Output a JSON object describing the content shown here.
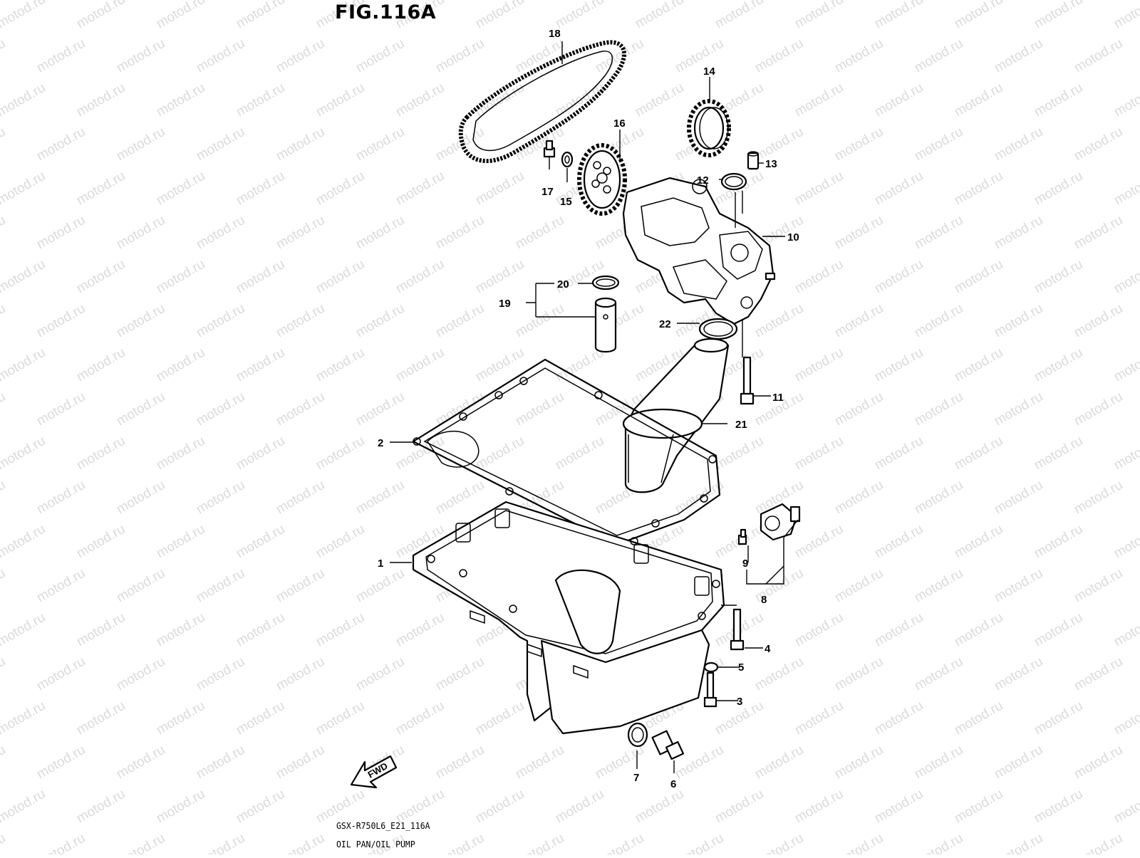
{
  "figure": {
    "title": "FIG.116A",
    "model_code": "GSX-R750L6_E21_116A",
    "name": "OIL PAN/OIL PUMP",
    "direction_label": "FWD",
    "watermark": "motod.ru"
  },
  "callouts": [
    {
      "id": "1",
      "label": "1",
      "part": "oil-pan"
    },
    {
      "id": "2",
      "label": "2",
      "part": "oil-pan-gasket"
    },
    {
      "id": "3",
      "label": "3",
      "part": "bolt"
    },
    {
      "id": "4",
      "label": "4",
      "part": "long-bolt"
    },
    {
      "id": "5",
      "label": "5",
      "part": "washer"
    },
    {
      "id": "6",
      "label": "6",
      "part": "drain-plug"
    },
    {
      "id": "7",
      "label": "7",
      "part": "drain-plug-gasket"
    },
    {
      "id": "8",
      "label": "8",
      "part": "oil-pressure-switch-assy"
    },
    {
      "id": "9",
      "label": "9",
      "part": "switch-screw"
    },
    {
      "id": "10",
      "label": "10",
      "part": "oil-pump"
    },
    {
      "id": "11",
      "label": "11",
      "part": "pump-bolt"
    },
    {
      "id": "12",
      "label": "12",
      "part": "o-ring"
    },
    {
      "id": "13",
      "label": "13",
      "part": "dowel-pin"
    },
    {
      "id": "14",
      "label": "14",
      "part": "pump-gear-ring"
    },
    {
      "id": "15",
      "label": "15",
      "part": "sprocket-washer"
    },
    {
      "id": "16",
      "label": "16",
      "part": "pump-sprocket"
    },
    {
      "id": "17",
      "label": "17",
      "part": "sprocket-bolt"
    },
    {
      "id": "18",
      "label": "18",
      "part": "drive-chain"
    },
    {
      "id": "19",
      "label": "19",
      "part": "oil-pipe-assy"
    },
    {
      "id": "20",
      "label": "20",
      "part": "pipe-o-ring"
    },
    {
      "id": "21",
      "label": "21",
      "part": "oil-strainer"
    },
    {
      "id": "22",
      "label": "22",
      "part": "strainer-o-ring"
    }
  ]
}
